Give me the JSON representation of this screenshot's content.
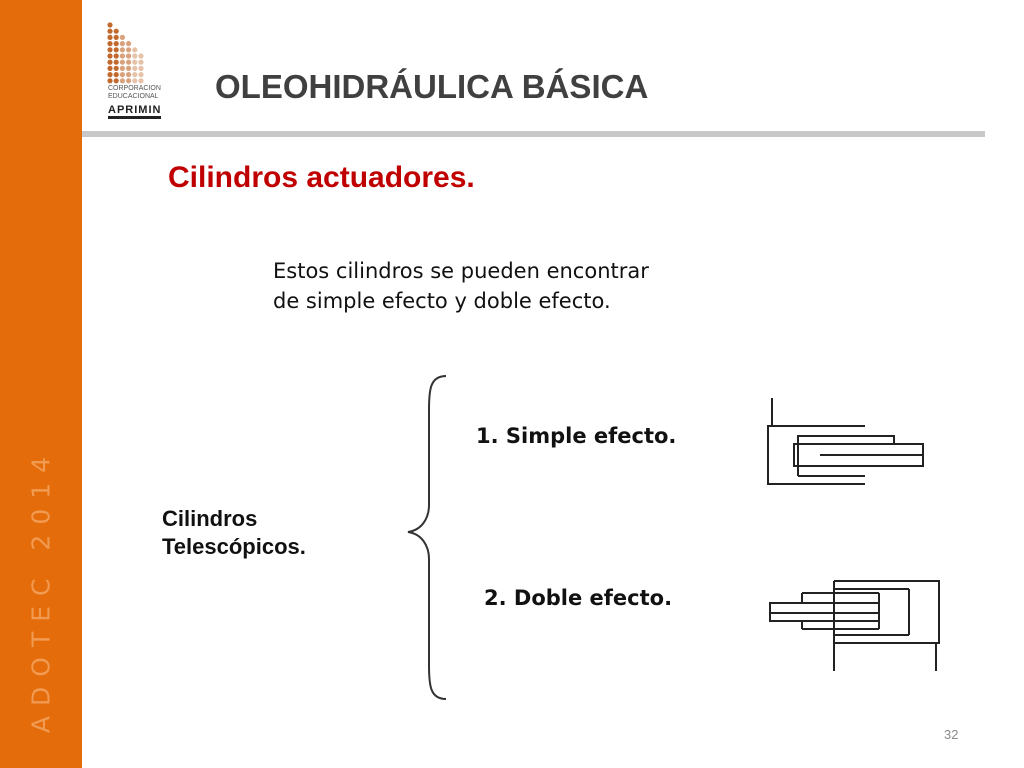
{
  "sidebar": {
    "vertical_text": "ADOTEC 2014",
    "color": "#e46c0a"
  },
  "logo": {
    "line1": "CORPORACION",
    "line2": "EDUCACIONAL",
    "brand": "APRIMIN",
    "dot_colors": [
      "#c26a2e",
      "#d9a27c",
      "#e6c3a8"
    ]
  },
  "slide": {
    "title": "OLEOHIDRÁULICA BÁSICA",
    "subtitle": "Cilindros actuadores.",
    "description_lines": [
      "Estos cilindros se pueden encontrar",
      "de simple efecto y doble efecto."
    ],
    "group_label_lines": [
      "Cilindros",
      "Telescópicos."
    ],
    "items": [
      "1.  Simple efecto.",
      "2.  Doble efecto."
    ],
    "page_number": "32"
  },
  "colors": {
    "title": "#404040",
    "subtitle": "#c00000",
    "rule": "#c8c8c8"
  }
}
